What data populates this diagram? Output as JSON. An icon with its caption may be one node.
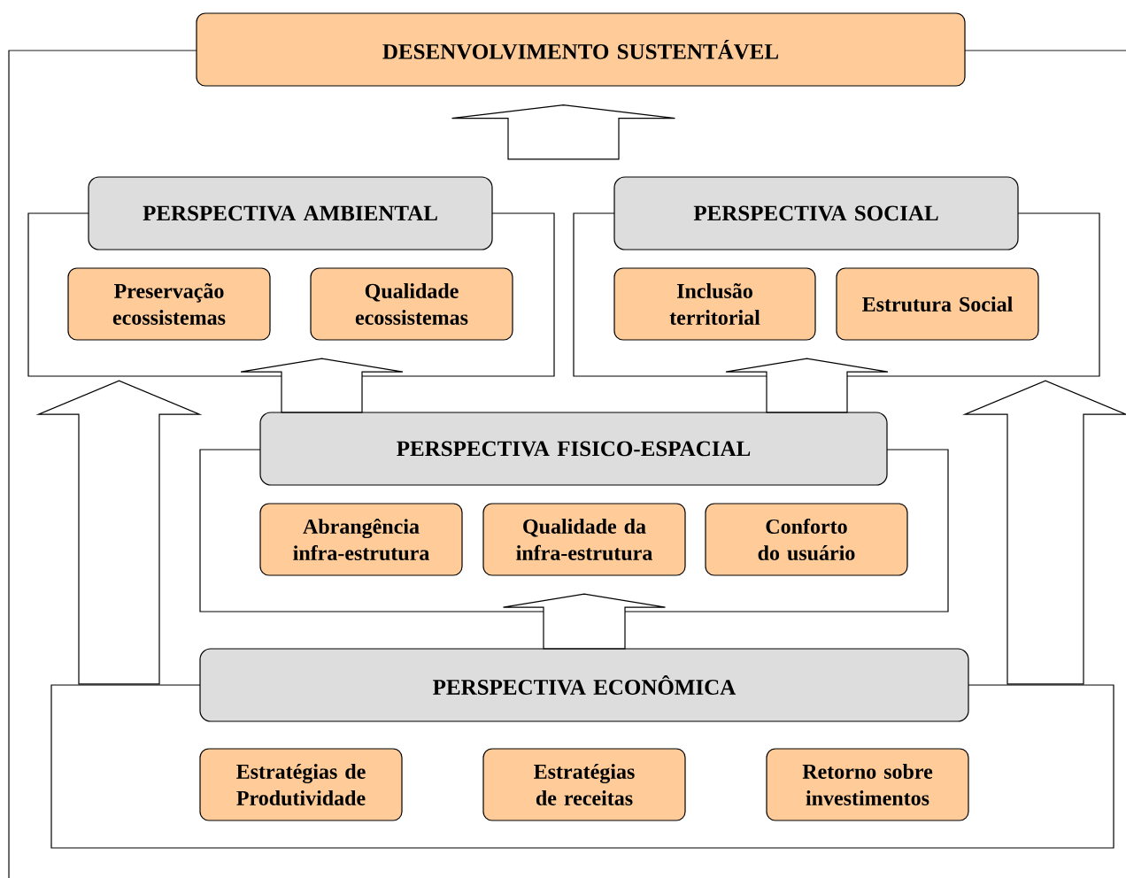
{
  "diagram": {
    "nodes": [
      {
        "text": [
          "DESENVOLVIMENTO SUSTENTÁVEL"
        ]
      },
      {
        "text": [
          "PERSPECTIVA AMBIENTAL"
        ]
      },
      {
        "text": [
          "Preservação ecossistemas"
        ],
        "in": 1
      },
      {
        "text": [
          "Qualidade ecossistemas"
        ],
        "in": 1
      },
      {
        "text": [
          "PERSPECTIVA SOCIAL"
        ]
      },
      {
        "text": [
          "Inclusão territorial"
        ],
        "in": 4
      },
      {
        "text": [
          "Estrutura Social"
        ],
        "in": 4
      },
      {
        "text": [
          "PERSPECTIVA FISICO-ESPACIAL"
        ]
      },
      {
        "text": [
          "Abrangência infra-estrutura"
        ],
        "in": 7
      },
      {
        "text": [
          "Qualidade da infra-estrutura"
        ],
        "in": 7
      },
      {
        "text": [
          "Conforto do usuário"
        ],
        "in": 7
      },
      {
        "text": [
          "PERSPECTIVA ECONÔMICA"
        ]
      },
      {
        "text": [
          "Estratégias de Produtividade"
        ],
        "in": 11
      },
      {
        "text": [
          "Estratégias de receitas"
        ],
        "in": 11
      },
      {
        "text": [
          "Retorno sobre investimentos"
        ],
        "in": 11
      }
    ],
    "edges": [
      {
        "from": 1,
        "to": 0,
        "arrow": "to"
      },
      {
        "from": 4,
        "to": 0,
        "arrow": "to"
      },
      {
        "from": 7,
        "to": 1,
        "arrow": "to"
      },
      {
        "from": 7,
        "to": 4,
        "arrow": "to"
      },
      {
        "from": 11,
        "to": 7,
        "arrow": "to"
      },
      {
        "from": 11,
        "to": 1,
        "arrow": "to"
      },
      {
        "from": 11,
        "to": 4,
        "arrow": "to"
      }
    ]
  }
}
